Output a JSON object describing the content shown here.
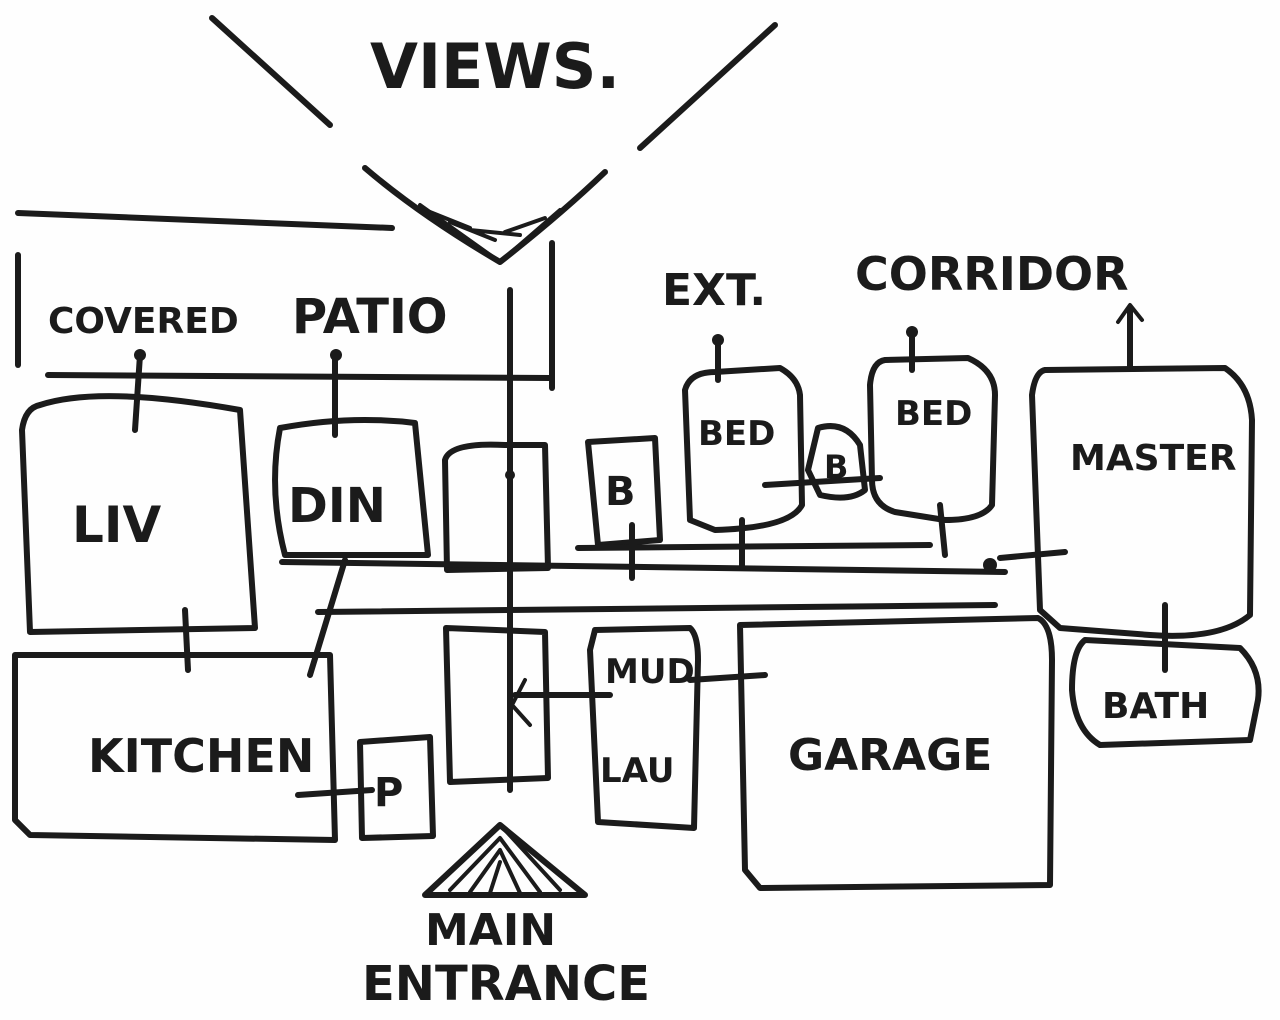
{
  "labels": {
    "views": "VIEWS.",
    "covered": "COVERED",
    "patio": "PATIO",
    "ext": "EXT.",
    "corridor": "CORRIDOR",
    "liv": "LIV",
    "din": "DIN",
    "kitchen": "KITCHEN",
    "pantry": "P",
    "bath_small_1": "B",
    "bed_1": "BED",
    "bath_small_2": "B",
    "bed_2": "BED",
    "master": "MASTER",
    "bath": "BATH",
    "mud": "MUD",
    "lau": "LAU",
    "garage": "GARAGE",
    "main": "MAIN",
    "entrance": "ENTRANCE"
  },
  "colors": {
    "ink": "#1b1b1b",
    "paper": "#fefefe"
  }
}
